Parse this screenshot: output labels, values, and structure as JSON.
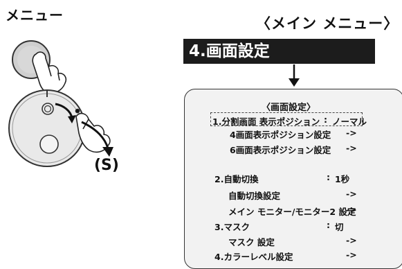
{
  "illustration": {
    "menu_button_label": "メニュー",
    "dial_direction_label": "(S)"
  },
  "main_menu": {
    "title": "〈メイン メニュー〉",
    "selected_item": "4.画面設定"
  },
  "screen_settings": {
    "title": "〈画面設定〉",
    "rows": [
      {
        "label": "1.分割画面 表示ポジション",
        "sep": ":",
        "value": "ノーマル"
      },
      {
        "label": "4画面表示ポジション設定",
        "value": "->"
      },
      {
        "label": "6画面表示ポジション設定",
        "value": "->"
      },
      {
        "label": "2.自動切換",
        "sep": ":",
        "value": "1秒"
      },
      {
        "label": "自動切換設定",
        "value": "->"
      },
      {
        "label": "メイン モニター/モニター2 設定",
        "value": "->"
      },
      {
        "label": "3.マスク",
        "sep": ":",
        "value": "切"
      },
      {
        "label": "マスク 設定",
        "value": "->"
      },
      {
        "label": "4.カラーレベル設定",
        "value": "->"
      }
    ]
  }
}
